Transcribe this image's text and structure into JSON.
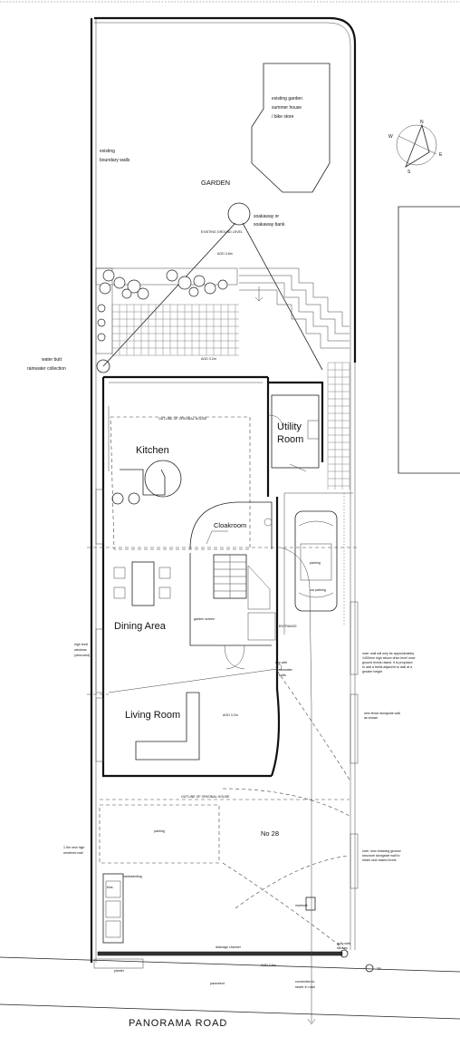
{
  "labels": {
    "summer_house": [
      "existing garden",
      "summer house",
      "/ bike store"
    ],
    "boundary_walls": [
      "existing",
      "boundary walls"
    ],
    "garden": "GARDEN",
    "soakaway": [
      "soakaway or",
      "soakaway bank"
    ],
    "existing_ground_level": "EXISTING GROUND LEVEL",
    "aod_upper": "AOD 3.8m",
    "water_butt": [
      "water butt",
      "rainwater collection"
    ],
    "aod_terrace": "AOD 3.2m",
    "outline_original_house_top": "OUTLINE OF ORIGINAL HOUSE",
    "utility_room": [
      "Utility",
      "Room"
    ],
    "kitchen": "Kitchen",
    "cloakroom": "Cloakroom",
    "dining_area": "Dining Area",
    "living_room": "Living Room",
    "aod_living": "AOD 3.2m",
    "parking_label": "parking",
    "garden_screen": "garden screen",
    "entrance": "ENTRANCE",
    "no28": "No 28",
    "outline_original_house_bottom": "OUTLINE OF ORIGINAL HOUSE",
    "high_level_windows": [
      "high level",
      "windows",
      "(obscured)"
    ],
    "downpipe": [
      "rwp with",
      "rainwater",
      "butts"
    ],
    "note_wall": [
      "note: wall will only be approximately",
      "1400mm high above drive level once",
      "ground levels raised. it is proposed",
      "to add a trellis adjacent to wall at a",
      "greater height"
    ],
    "new_fence": [
      "new fence alongside wall",
      "as shown"
    ],
    "note_retaining": [
      "note: new retaining ground",
      "structure alongside wall to",
      "retain new raised levels"
    ],
    "front_wall": [
      "1.5m new high",
      "rendered wall"
    ],
    "hardstanding": "hardstanding",
    "bins": "bins",
    "manhole": "manhole",
    "drainage_channel": "drainage channel",
    "gully": [
      "gully with",
      "silt trap"
    ],
    "planter": "planter",
    "pavement": "pavement",
    "aod_road": "AOD 2.5m",
    "connection": [
      "connection to",
      "sewer in road"
    ],
    "tree": "TR",
    "road": "PANORAMA ROAD",
    "car_top": "parking",
    "car_bottom": "car parking"
  },
  "compass": {
    "n": "N",
    "w": "W",
    "e": "E",
    "s": "S"
  }
}
